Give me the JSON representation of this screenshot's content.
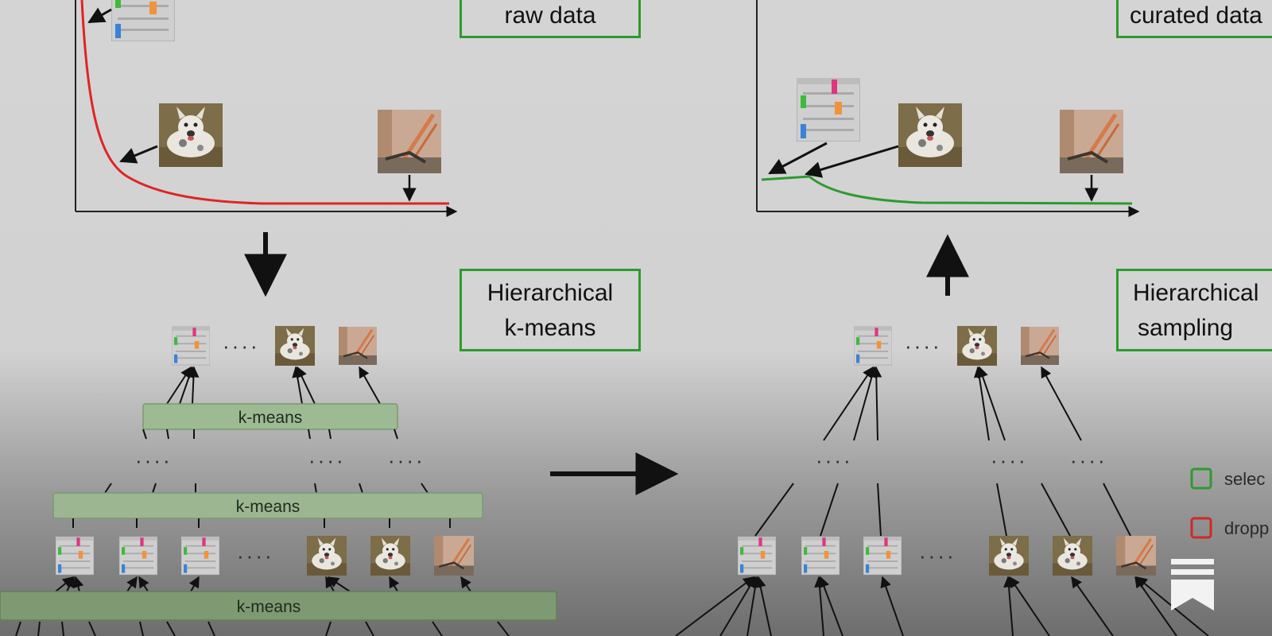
{
  "boxes": {
    "raw_data": "raw data",
    "curated_data": "curated data",
    "hierarchical_kmeans": [
      "Hierarchical",
      "k-means"
    ],
    "hierarchical_sampling": [
      "Hierarchical",
      "sampling"
    ]
  },
  "kmeans_label": "k-means",
  "ellipsis": "····",
  "legend": {
    "selected": "selec",
    "dropped": "dropp"
  },
  "colors": {
    "raw_curve": "#e02424",
    "curated_curve": "#2e9a2e",
    "box_border": "#2e9a2e",
    "kmeans_bar": "#9dbb92",
    "selected": "#2e9a2e",
    "dropped": "#d02828"
  },
  "icons": [
    "bookmark-icon",
    "screenshot-thumbnail-icon",
    "dog-photo-icon",
    "chair-photo-icon"
  ]
}
